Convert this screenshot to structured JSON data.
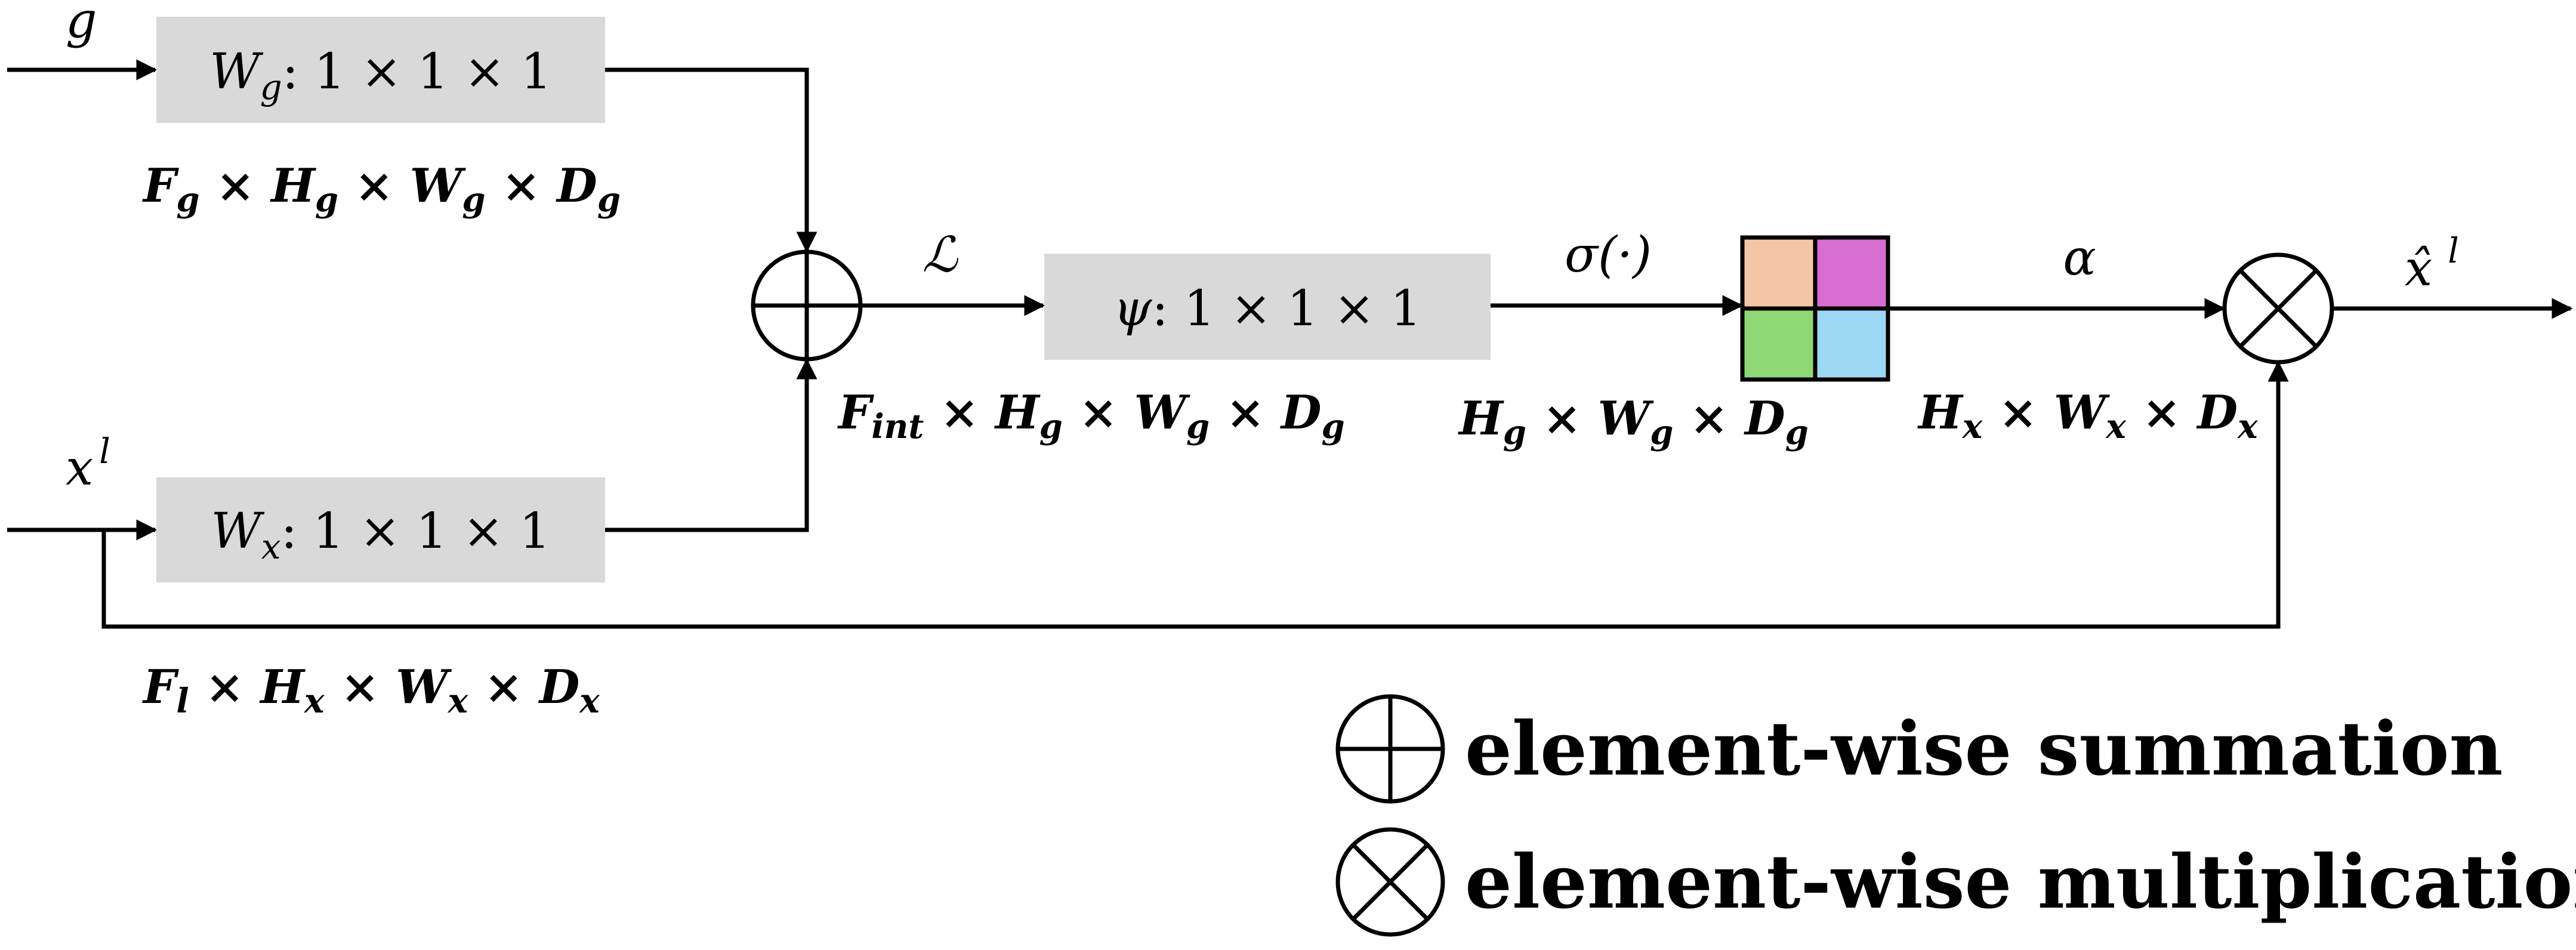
{
  "inputs": {
    "g": "g",
    "x_base": "x",
    "x_sup": "l"
  },
  "boxes": {
    "wg": {
      "base": "W",
      "sub": "g",
      "rest": ": 1 × 1 × 1"
    },
    "wx": {
      "base": "W",
      "sub": "x",
      "rest": ": 1 × 1 × 1"
    },
    "psi": {
      "base": "ψ",
      "rest": ": 1 × 1 × 1"
    }
  },
  "dims": {
    "g": {
      "t1": "F",
      "s1": "g",
      "t2": " × H",
      "s2": "g",
      "t3": " × W",
      "s3": "g",
      "t4": " × D",
      "s4": "g"
    },
    "x": {
      "t1": "F",
      "s1": "l",
      "t2": " × H",
      "s2": "x",
      "t3": " × W",
      "s3": "x",
      "t4": " × D",
      "s4": "x"
    },
    "int": {
      "t1": "F",
      "s1": "int",
      "t2": " × H",
      "s2": "g",
      "t3": " × W",
      "s3": "g",
      "t4": " × D",
      "s4": "g"
    },
    "sig": {
      "t1": "H",
      "s1": "g",
      "t2": " × W",
      "s2": "g",
      "t3": " × D",
      "s3": "g"
    },
    "att": {
      "t1": "H",
      "s1": "x",
      "t2": " × W",
      "s2": "x",
      "t3": " × D",
      "s3": "x"
    }
  },
  "labels": {
    "L": "ℒ",
    "sigma": "σ(·)",
    "alpha": "α",
    "out_base": "x̂",
    "out_sup": "l"
  },
  "legend": {
    "sum": "element-wise summation",
    "mult": "element-wise multiplication"
  },
  "colors": {
    "box_fill": "#d9d9d9",
    "cell_top_left": "#f5c6a5",
    "cell_top_right": "#d96dd0",
    "cell_bottom_left": "#8ed975",
    "cell_bottom_right": "#9cd8f4"
  },
  "icons": {
    "sum": "circle-plus-icon",
    "mult": "circle-times-icon"
  }
}
